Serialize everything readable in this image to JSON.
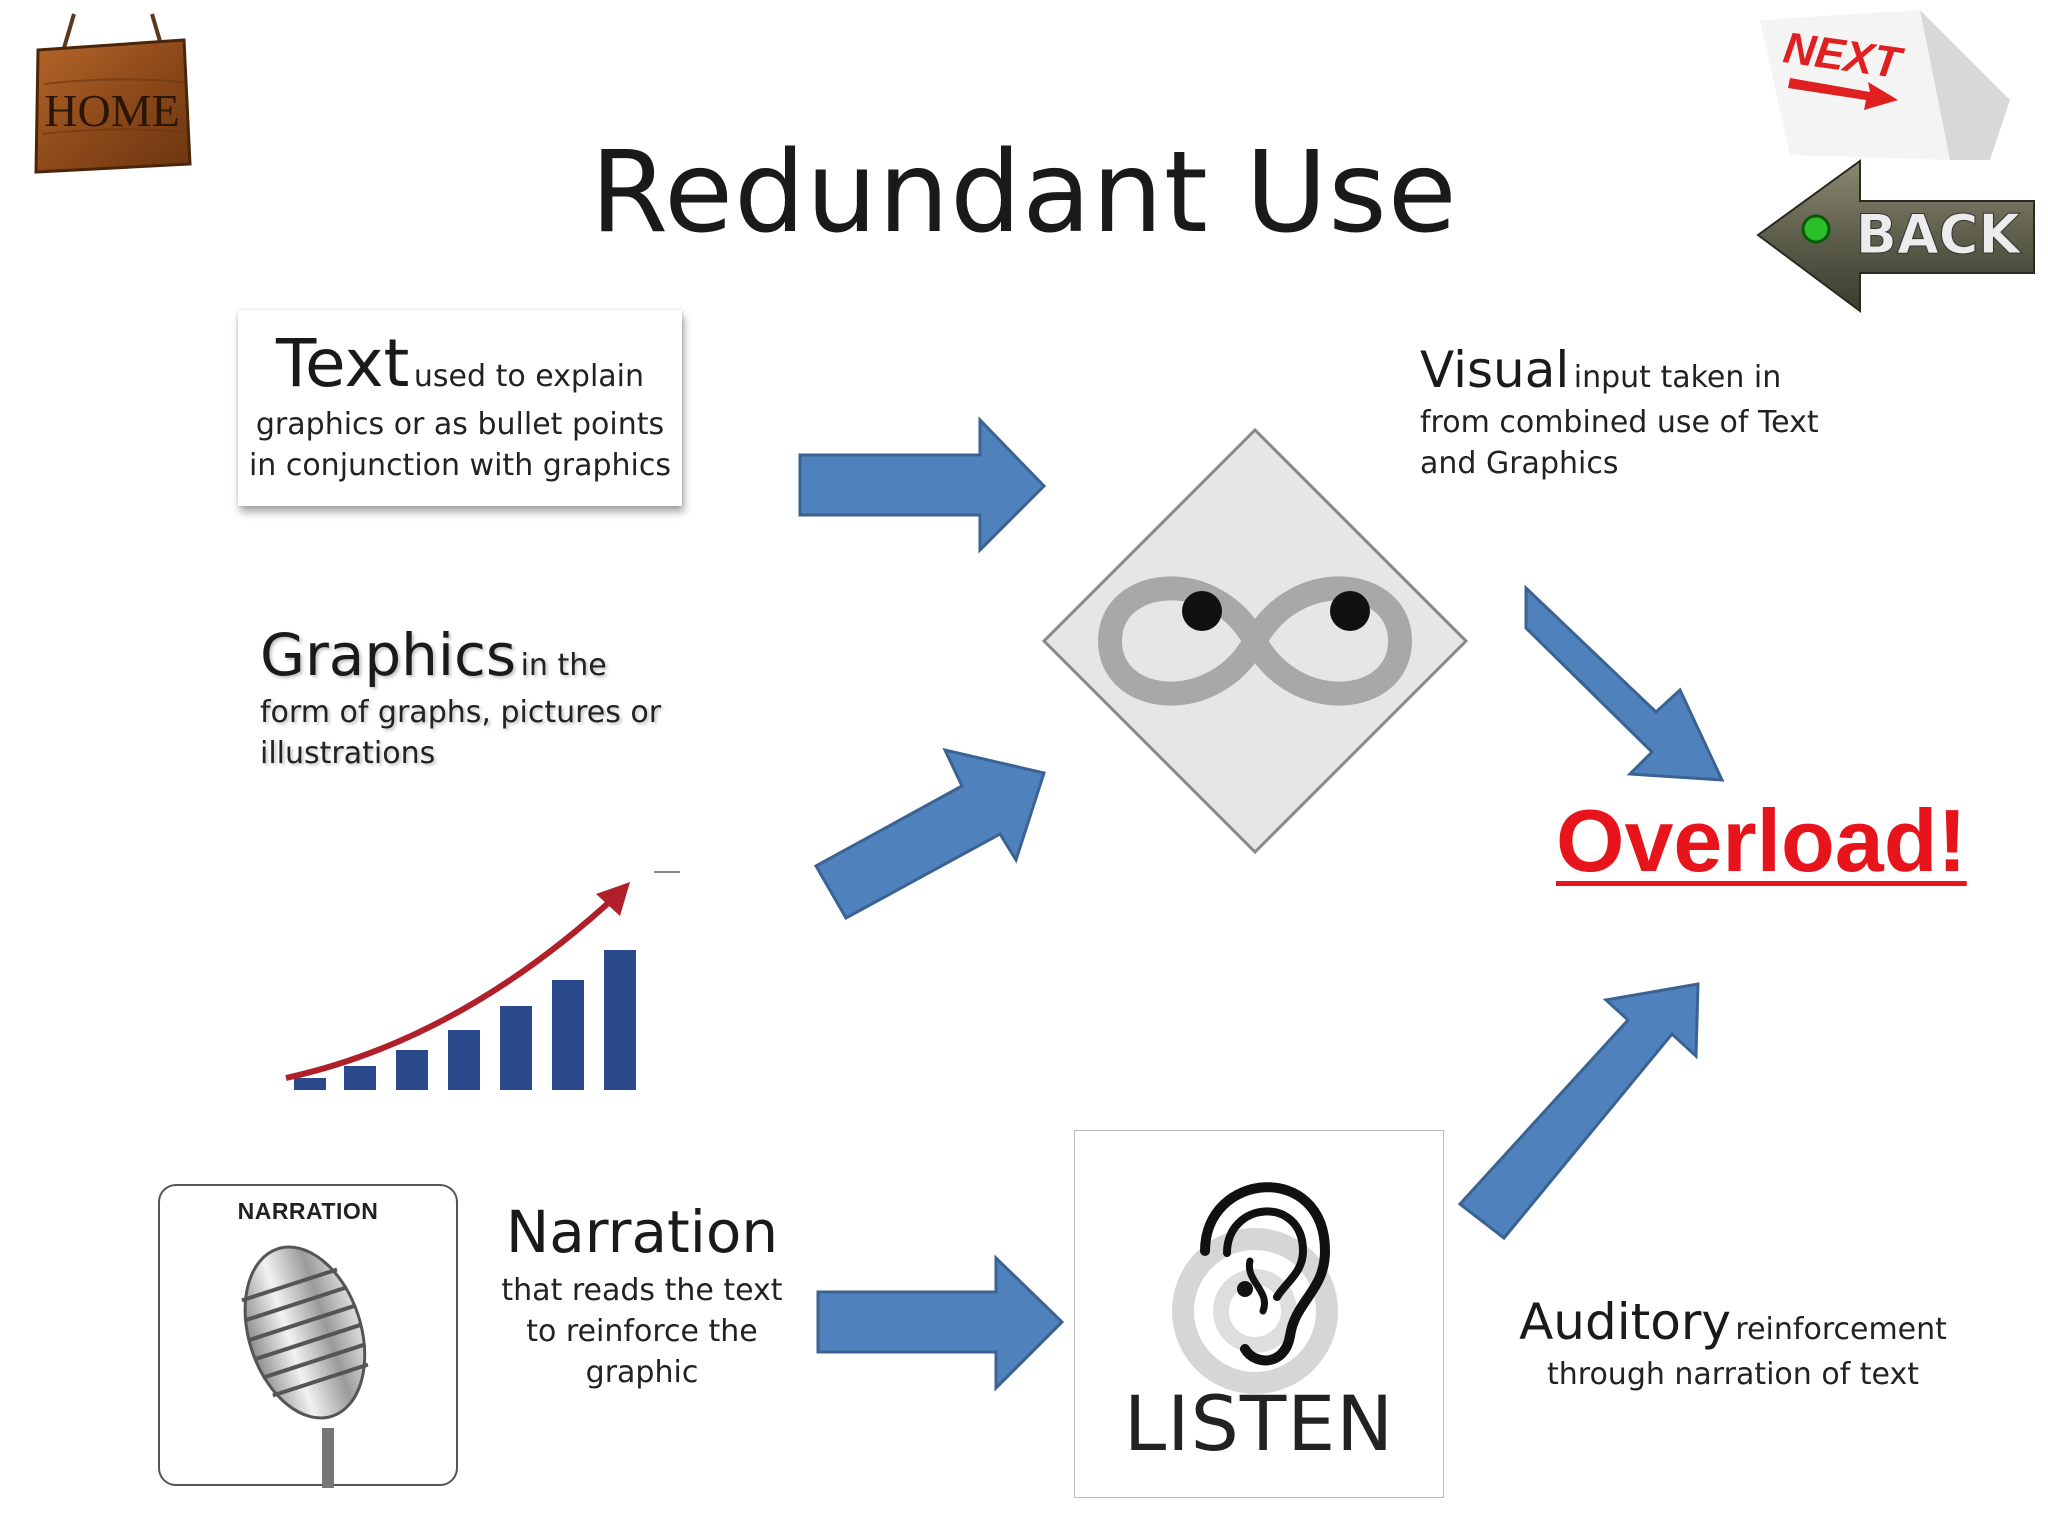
{
  "nav": {
    "home_label": "HOME",
    "next_label": "NEXT",
    "back_label": "BACK"
  },
  "title": "Redundant Use",
  "text_box": {
    "heading": "Text",
    "inline": "used to explain",
    "lines": [
      "graphics or as bullet points",
      "in conjunction with graphics"
    ]
  },
  "graphics": {
    "heading": "Graphics",
    "inline": "in the",
    "lines": [
      "form of graphs, pictures or",
      "illustrations"
    ]
  },
  "visual": {
    "heading": "Visual",
    "inline": "input taken in",
    "lines": [
      "from combined use of Text",
      "and Graphics"
    ]
  },
  "narration": {
    "card_title": "NARRATION",
    "heading": "Narration",
    "lines": [
      "that reads the text",
      "to reinforce the",
      "graphic"
    ]
  },
  "listen": {
    "label": "LISTEN"
  },
  "auditory": {
    "heading": "Auditory",
    "inline": "reinforcement",
    "lines": [
      "through narration of text"
    ]
  },
  "overload": "Overload!",
  "colors": {
    "arrow_fill": "#4f81bd",
    "arrow_stroke": "#3a6393",
    "overload": "#e8141c",
    "bar_fill": "#2b4a8c",
    "trend_arrow": "#b0202a"
  }
}
